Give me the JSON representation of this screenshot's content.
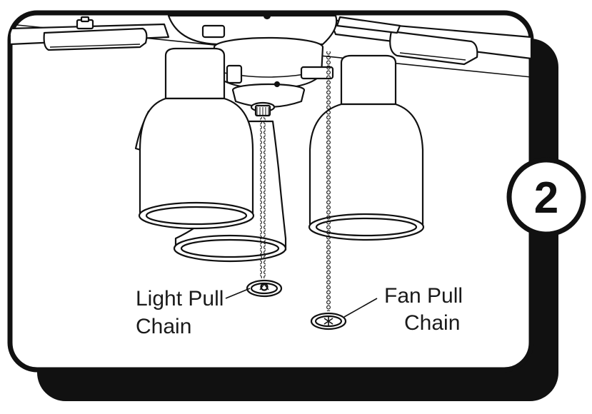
{
  "step_badge": {
    "number": "2"
  },
  "callouts": {
    "light_pull": {
      "line1": "Light Pull",
      "line2": "Chain"
    },
    "fan_pull": {
      "line1": "Fan Pull",
      "line2": "Chain"
    }
  },
  "colors": {
    "ink": "#111111",
    "panel": "#ffffff",
    "shadow": "#111111"
  }
}
